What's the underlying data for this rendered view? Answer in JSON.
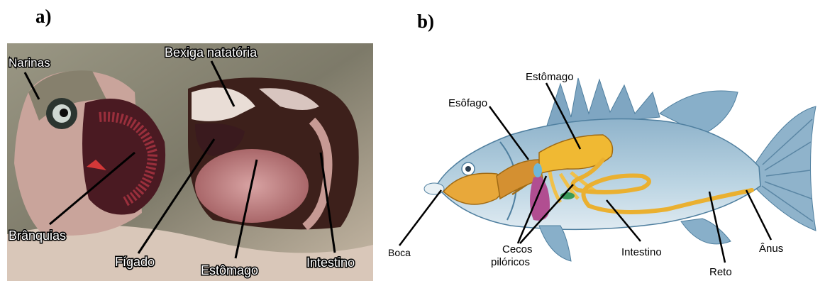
{
  "panel_a": {
    "label": "a)",
    "callouts": {
      "narinas": "Narinas",
      "bexiga": "Bexiga natatória",
      "branquias": "Brânquias",
      "figado": "Fígado",
      "estomago": "Estômago",
      "intestino": "Intestino"
    }
  },
  "panel_b": {
    "label": "b)",
    "callouts": {
      "esofago": "Esôfago",
      "estomago": "Estômago",
      "boca": "Boca",
      "cecos_1": "Cecos",
      "cecos_2": "pilóricos",
      "intestino": "Intestino",
      "reto": "Reto",
      "anus": "Ânus"
    }
  },
  "colors": {
    "photo_bg": "#8d8a78",
    "fish_body_b": "#a9c6d8",
    "organ_yellow": "#e8b33a",
    "organ_pink": "#b14e91"
  }
}
